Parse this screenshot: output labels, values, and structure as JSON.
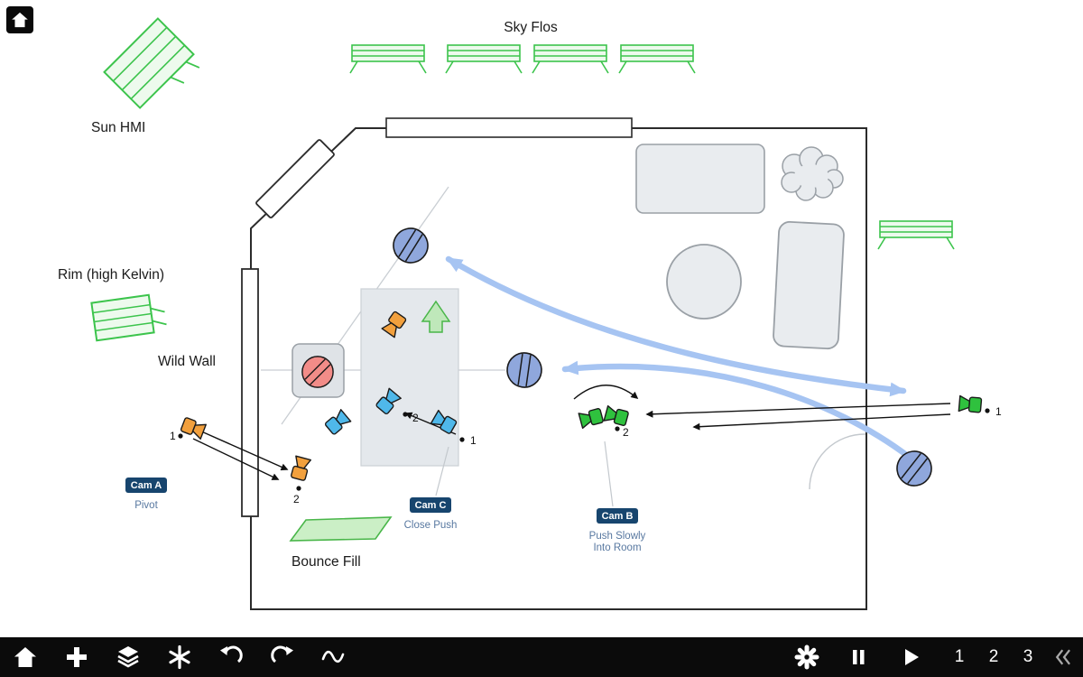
{
  "colors": {
    "light_green": "#3CC44C",
    "light_green_fill": "#EDFAED",
    "camera_orange": "#F2A03D",
    "camera_blue": "#4FB8EA",
    "camera_green": "#2FC13E",
    "character_blue": "#8FA7DC",
    "character_red": "#F28C88",
    "move_path_blue": "#A6C4F2",
    "badge_navy": "#17456E",
    "note_blue": "#5878A0",
    "furniture_gray": "#E9ECEF",
    "toolbar_black": "#0B0B0B"
  },
  "canvas": {
    "labels": {
      "sky_flos": "Sky Flos",
      "sun_hmi": "Sun HMI",
      "rim": "Rim (high Kelvin)",
      "wild_wall": "Wild Wall",
      "bounce_fill": "Bounce Fill"
    },
    "cam_a": {
      "badge": "Cam A",
      "note": "Pivot",
      "pos1": "1",
      "pos2": "2"
    },
    "cam_c": {
      "badge": "Cam C",
      "note": "Close Push",
      "pos1": "1",
      "pos2": "2"
    },
    "cam_b": {
      "badge": "Cam B",
      "note_line1": "Push Slowly",
      "note_line2": "Into Room",
      "pos1": "1",
      "pos2": "2"
    }
  },
  "toolbar": {
    "icons": [
      "home",
      "add",
      "layers",
      "freeze",
      "undo",
      "redo",
      "motion-path",
      "character-settings",
      "pause",
      "play",
      "collapse"
    ],
    "page1": "1",
    "page2": "2",
    "page3": "3"
  }
}
